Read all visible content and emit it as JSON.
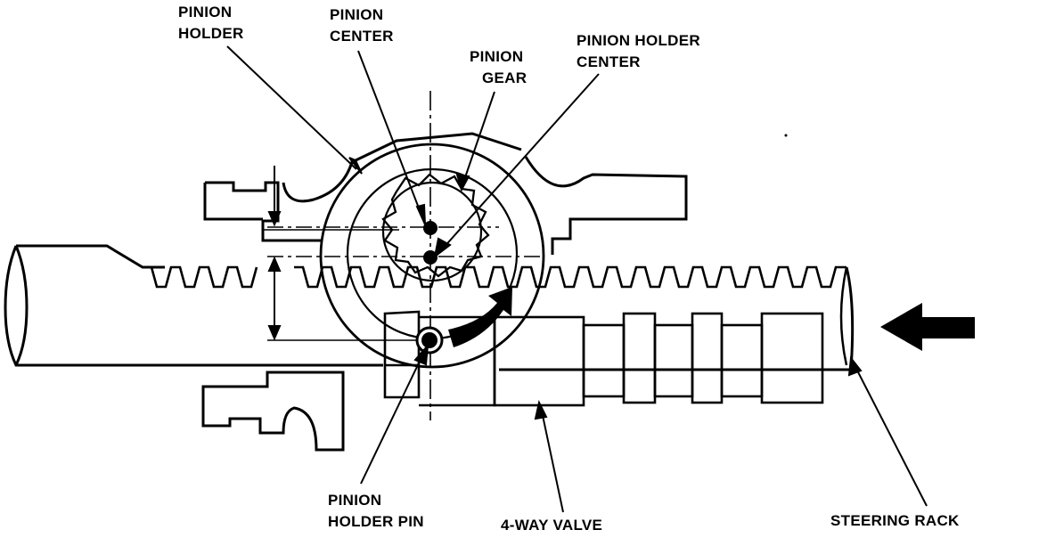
{
  "labels": {
    "pinion_holder": [
      "PINION",
      "HOLDER"
    ],
    "pinion_center": [
      "PINION",
      "CENTER"
    ],
    "pinion_gear": [
      "PINION",
      "GEAR"
    ],
    "pinion_holder_center": [
      "PINION HOLDER",
      "CENTER"
    ],
    "pinion_holder_pin": [
      "PINION",
      "HOLDER PIN"
    ],
    "four_way_valve": "4-WAY VALVE",
    "steering_rack": "STEERING RACK"
  },
  "colors": {
    "ink": "#000000",
    "paper": "#ffffff"
  }
}
